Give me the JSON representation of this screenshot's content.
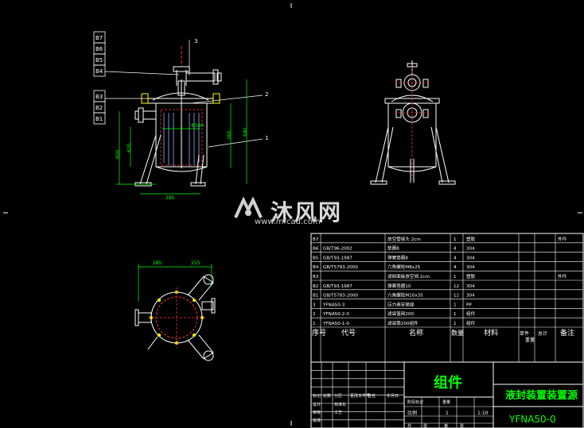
{
  "colors": {
    "background": "#000000",
    "outline": "#ffffff",
    "dimension": "#00ff00",
    "hidden": "#ff3030",
    "accent_yellow": "#ffff00",
    "table_line": "#ffffff",
    "title_green": "#00ff00"
  },
  "front_view": {
    "left_labels": [
      "B7",
      "B6",
      "B5",
      "B4",
      "B3",
      "B2",
      "B1"
    ],
    "balloons": [
      "3",
      "2",
      "1"
    ],
    "dims": {
      "width_bottom": "285",
      "height_total": "640",
      "height_body": "620",
      "dia": "Φ500",
      "height_right": "260",
      "height_left": "800"
    }
  },
  "top_view": {
    "dims": {
      "left": "285",
      "right": "255"
    }
  },
  "watermark": {
    "brand": "沐风网",
    "url": "www.mfcad.com"
  },
  "parts_table": {
    "rows": [
      {
        "no": "B7",
        "code": "",
        "name": "放空管接头  2cm",
        "qty": "1",
        "mat": "塑胶",
        "note": "外件"
      },
      {
        "no": "B6",
        "code": "GB/T96-2002",
        "name": "垫圈8",
        "qty": "4",
        "mat": "304",
        "note": ""
      },
      {
        "no": "B5",
        "code": "GB/T93-1987",
        "name": "弹簧垫圈8",
        "qty": "4",
        "mat": "304",
        "note": ""
      },
      {
        "no": "B4",
        "code": "GB/T5783-2000",
        "name": "六角螺栓M8x25",
        "qty": "4",
        "mat": "304",
        "note": ""
      },
      {
        "no": "B3",
        "code": "",
        "name": "滤网面板放空阀 2cm",
        "qty": "1",
        "mat": "塑胶",
        "note": "外件"
      },
      {
        "no": "B2",
        "code": "GB/T93-1987",
        "name": "弹簧垫圈10",
        "qty": "12",
        "mat": "304",
        "note": ""
      },
      {
        "no": "B1",
        "code": "GB/T5783-2000",
        "name": "六角螺栓M10x35",
        "qty": "12",
        "mat": "304",
        "note": ""
      },
      {
        "no": "3",
        "code": "YFNA50-3",
        "name": "压力表安装座",
        "qty": "1",
        "mat": "PP",
        "note": ""
      },
      {
        "no": "2",
        "code": "YFNA50-2-0",
        "name": "滤袋篮网200",
        "qty": "1",
        "mat": "组件",
        "note": ""
      },
      {
        "no": "1",
        "code": "YFNA50-1-0",
        "name": "滤袋筒200组件",
        "qty": "1",
        "mat": "组件",
        "note": ""
      }
    ],
    "header": {
      "no": "序号",
      "code": "代号",
      "name": "名称",
      "qty": "数量",
      "mat": "材料",
      "unit": "单件",
      "total": "总计",
      "weight": "重量",
      "note": "备注"
    }
  },
  "title_block": {
    "assembly": "组件",
    "title": "液封装置装置源",
    "drawing_no": "YFNA50-0",
    "scale": "1:10",
    "qty": "1",
    "labels": [
      "标记",
      "处数",
      "分区",
      "更改文件号",
      "签名",
      "年月日",
      "设计",
      "标准化",
      "阶段标记",
      "重量",
      "比例",
      "审核",
      "工艺",
      "批准",
      "共",
      "张",
      "第",
      "张"
    ]
  }
}
